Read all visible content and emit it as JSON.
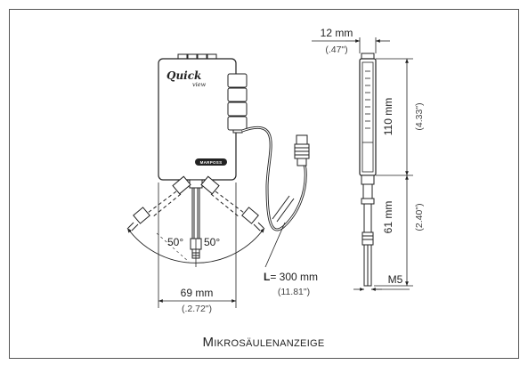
{
  "device": {
    "logo_main": "Quick",
    "logo_sub": "view",
    "brand_badge": "MARPOSS"
  },
  "dimensions": {
    "top_width_mm": "12 mm",
    "top_width_in": "(.47\")",
    "height_upper_mm": "110 mm",
    "height_upper_in": "(4.33\")",
    "height_lower_mm": "61 mm",
    "height_lower_in": "(2.40\")",
    "thread": "M5",
    "cable_prefix": "L",
    "cable_len_mm": "= 300 mm",
    "cable_len_in": "(11.81\")",
    "base_width_mm": "69 mm",
    "base_width_in": "(.2.72\")",
    "angle_left": "50°",
    "angle_right": "50°"
  },
  "caption": {
    "first_letter": "M",
    "rest": "IKROSÄULENANZEIGE"
  }
}
